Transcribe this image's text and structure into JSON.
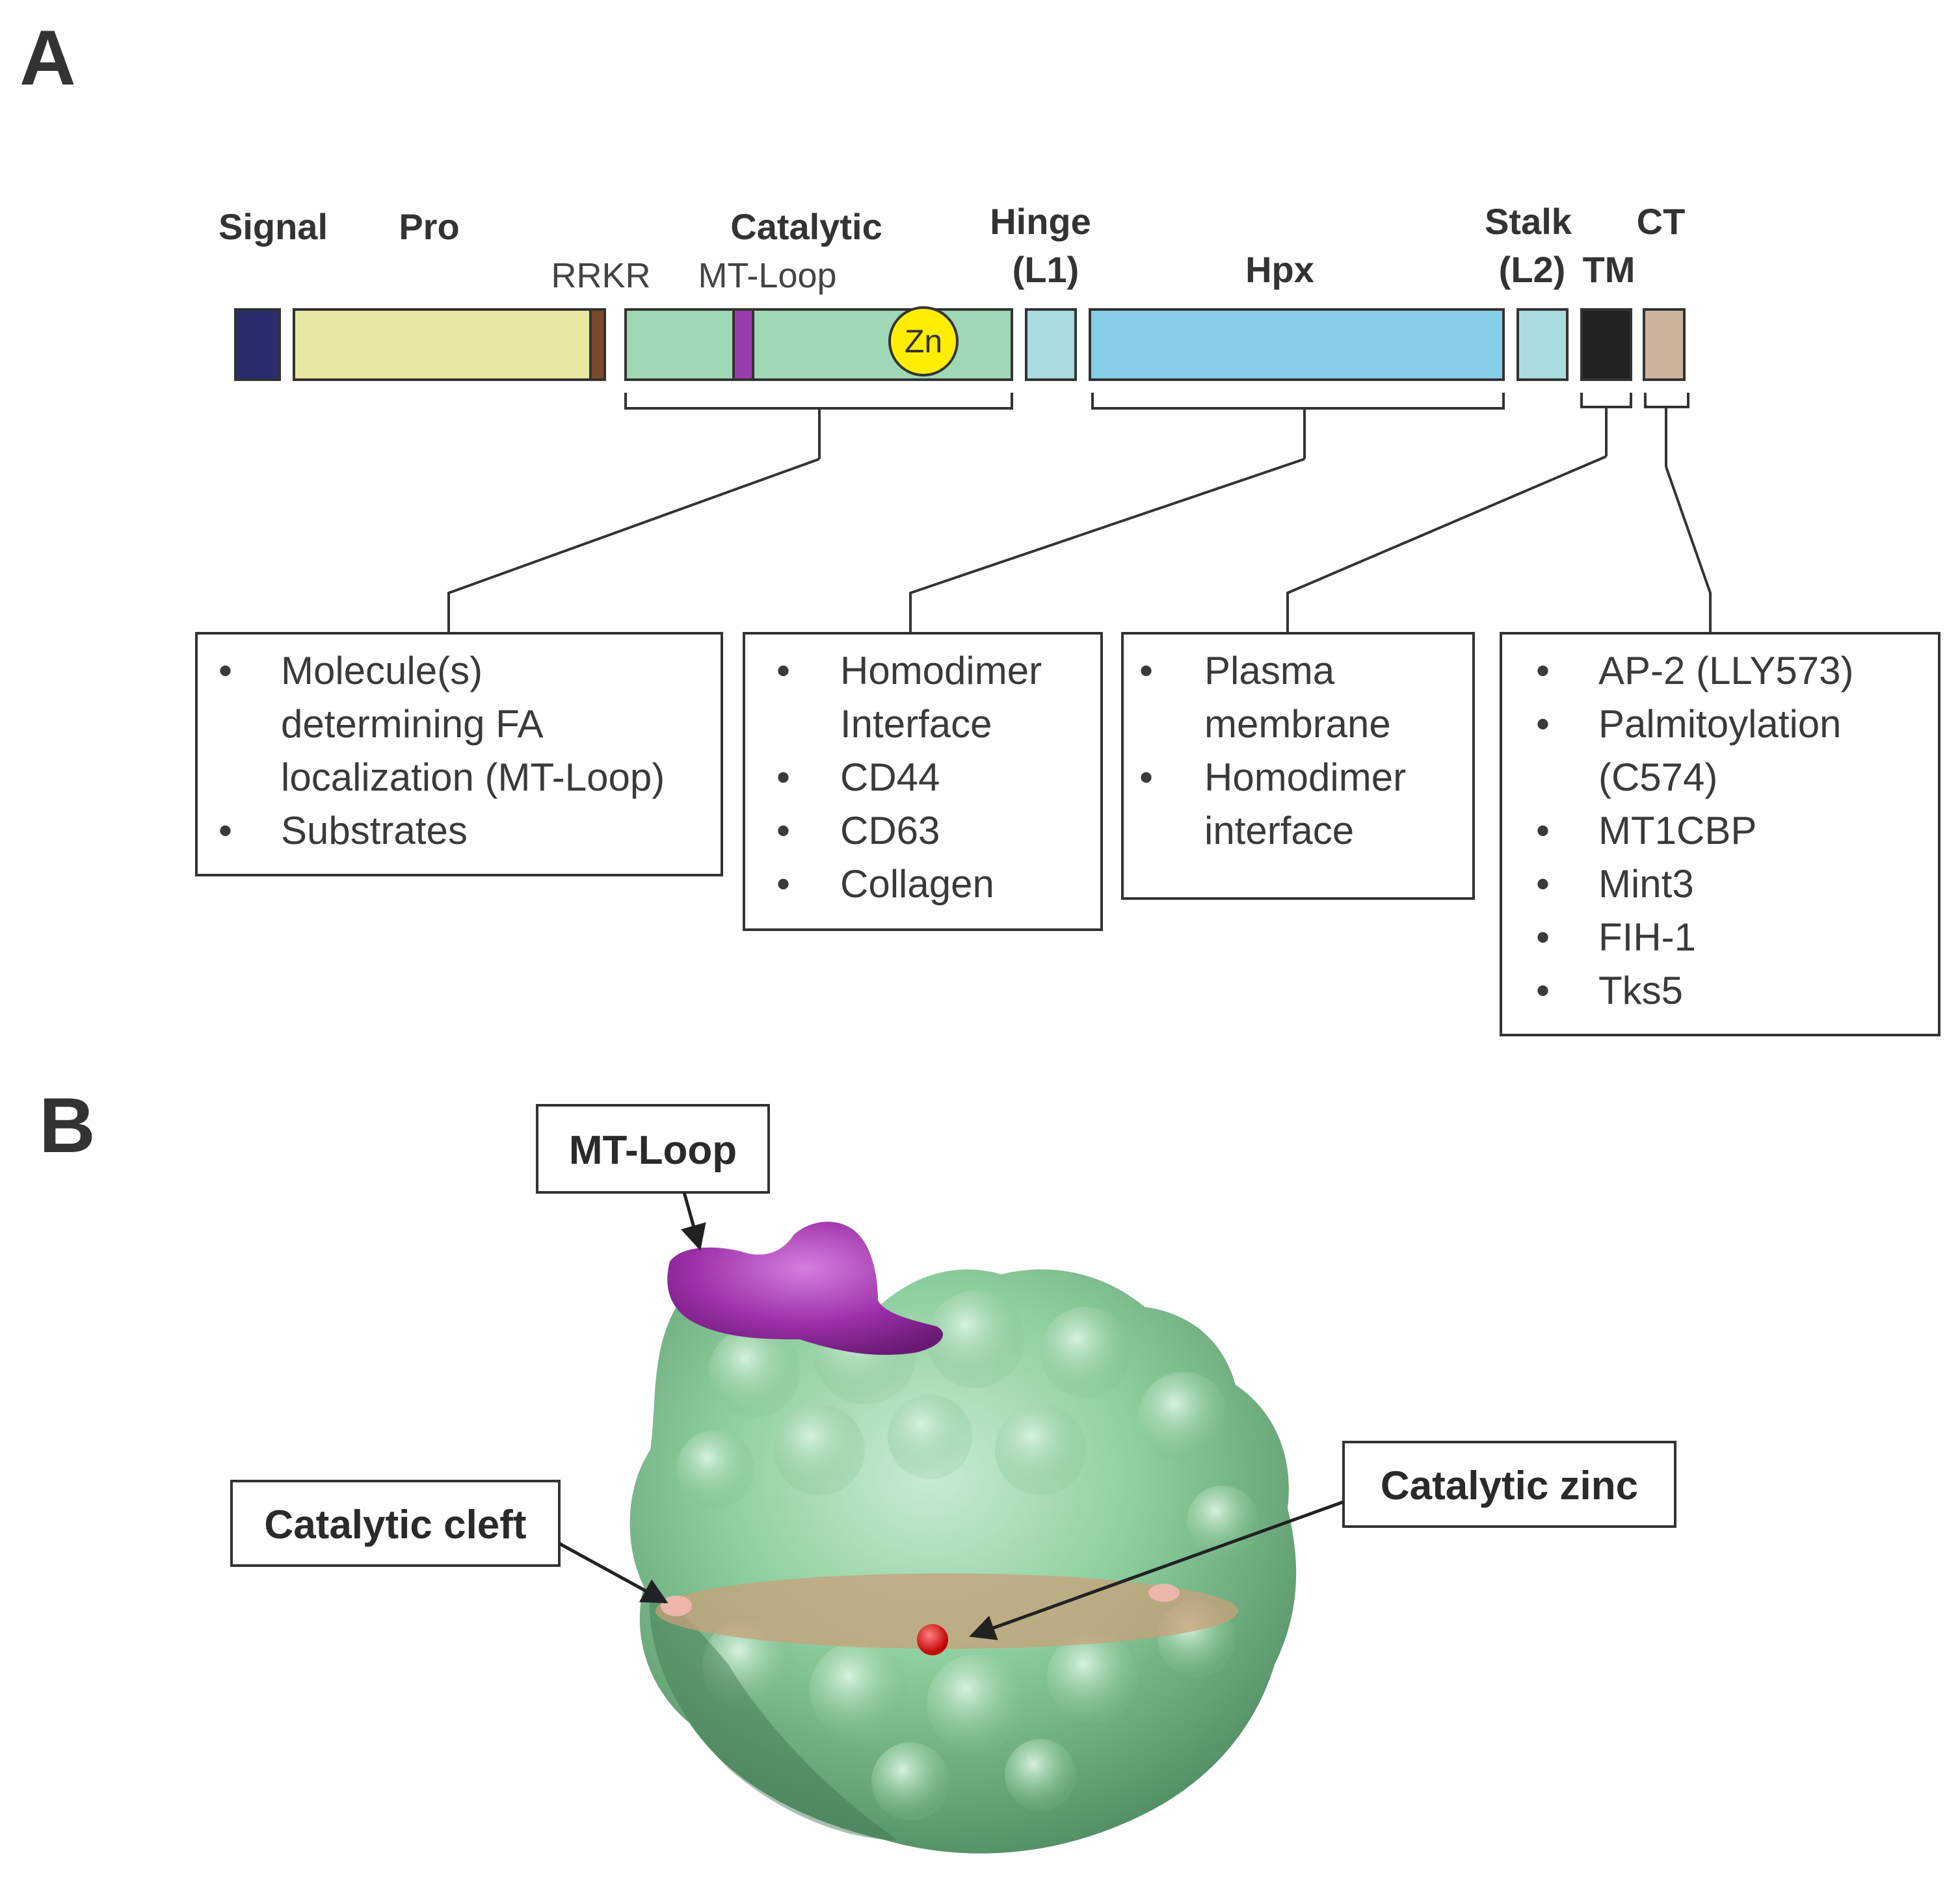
{
  "panel_a": {
    "letter": "A",
    "domain_labels": {
      "signal": "Signal",
      "pro": "Pro",
      "rrkr": "RRKR",
      "catalytic": "Catalytic",
      "mt_loop": "MT-Loop",
      "hinge_line1": "Hinge",
      "hinge_line2": "(L1)",
      "hpx": "Hpx",
      "stalk_line1": "Stalk",
      "stalk_line2": "(L2)",
      "tm": "TM",
      "ct": "CT",
      "zn": "Zn"
    },
    "domain_colors": {
      "signal": "#2a2c6e",
      "pro": "#e8e8a2",
      "rrkr": "#7a4a2a",
      "catalytic": "#9ed8b4",
      "mt_loop": "#9a3bb0",
      "hinge": "#a8dce0",
      "hpx": "#86cde8",
      "stalk": "#a8dce0",
      "tm": "#222222",
      "ct": "#cdb39c",
      "zn": "#ffee00"
    },
    "boxes": {
      "catalytic": [
        {
          "bullet": "•",
          "lines": [
            "Molecule(s)",
            "determining FA",
            "localization (MT-Loop)"
          ]
        },
        {
          "bullet": "•",
          "lines": [
            "Substrates"
          ]
        }
      ],
      "hpx": [
        {
          "bullet": "•",
          "lines": [
            "Homodimer",
            "Interface"
          ]
        },
        {
          "bullet": "•",
          "lines": [
            "CD44"
          ]
        },
        {
          "bullet": "•",
          "lines": [
            "CD63"
          ]
        },
        {
          "bullet": "•",
          "lines": [
            "Collagen"
          ]
        }
      ],
      "tm": [
        {
          "bullet": "•",
          "lines": [
            "Plasma",
            "membrane"
          ]
        },
        {
          "bullet": "•",
          "lines": [
            "Homodimer",
            "interface"
          ]
        }
      ],
      "ct": [
        {
          "bullet": "•",
          "lines": [
            "AP-2 (LLY573)"
          ]
        },
        {
          "bullet": "•",
          "lines": [
            "Palmitoylation",
            "(C574)"
          ]
        },
        {
          "bullet": "•",
          "lines": [
            "MT1CBP"
          ]
        },
        {
          "bullet": "•",
          "lines": [
            "Mint3"
          ]
        },
        {
          "bullet": "•",
          "lines": [
            "FIH-1"
          ]
        },
        {
          "bullet": "•",
          "lines": [
            "Tks5"
          ]
        }
      ]
    }
  },
  "panel_b": {
    "letter": "B",
    "callouts": {
      "mt_loop": "MT-Loop",
      "catalytic_cleft": "Catalytic cleft",
      "catalytic_zinc": "Catalytic zinc"
    },
    "colors": {
      "surface": "#8fcf9f",
      "loop": "#9b2fa8",
      "cleft": "#c8a07a",
      "zinc": "#e01010"
    }
  }
}
